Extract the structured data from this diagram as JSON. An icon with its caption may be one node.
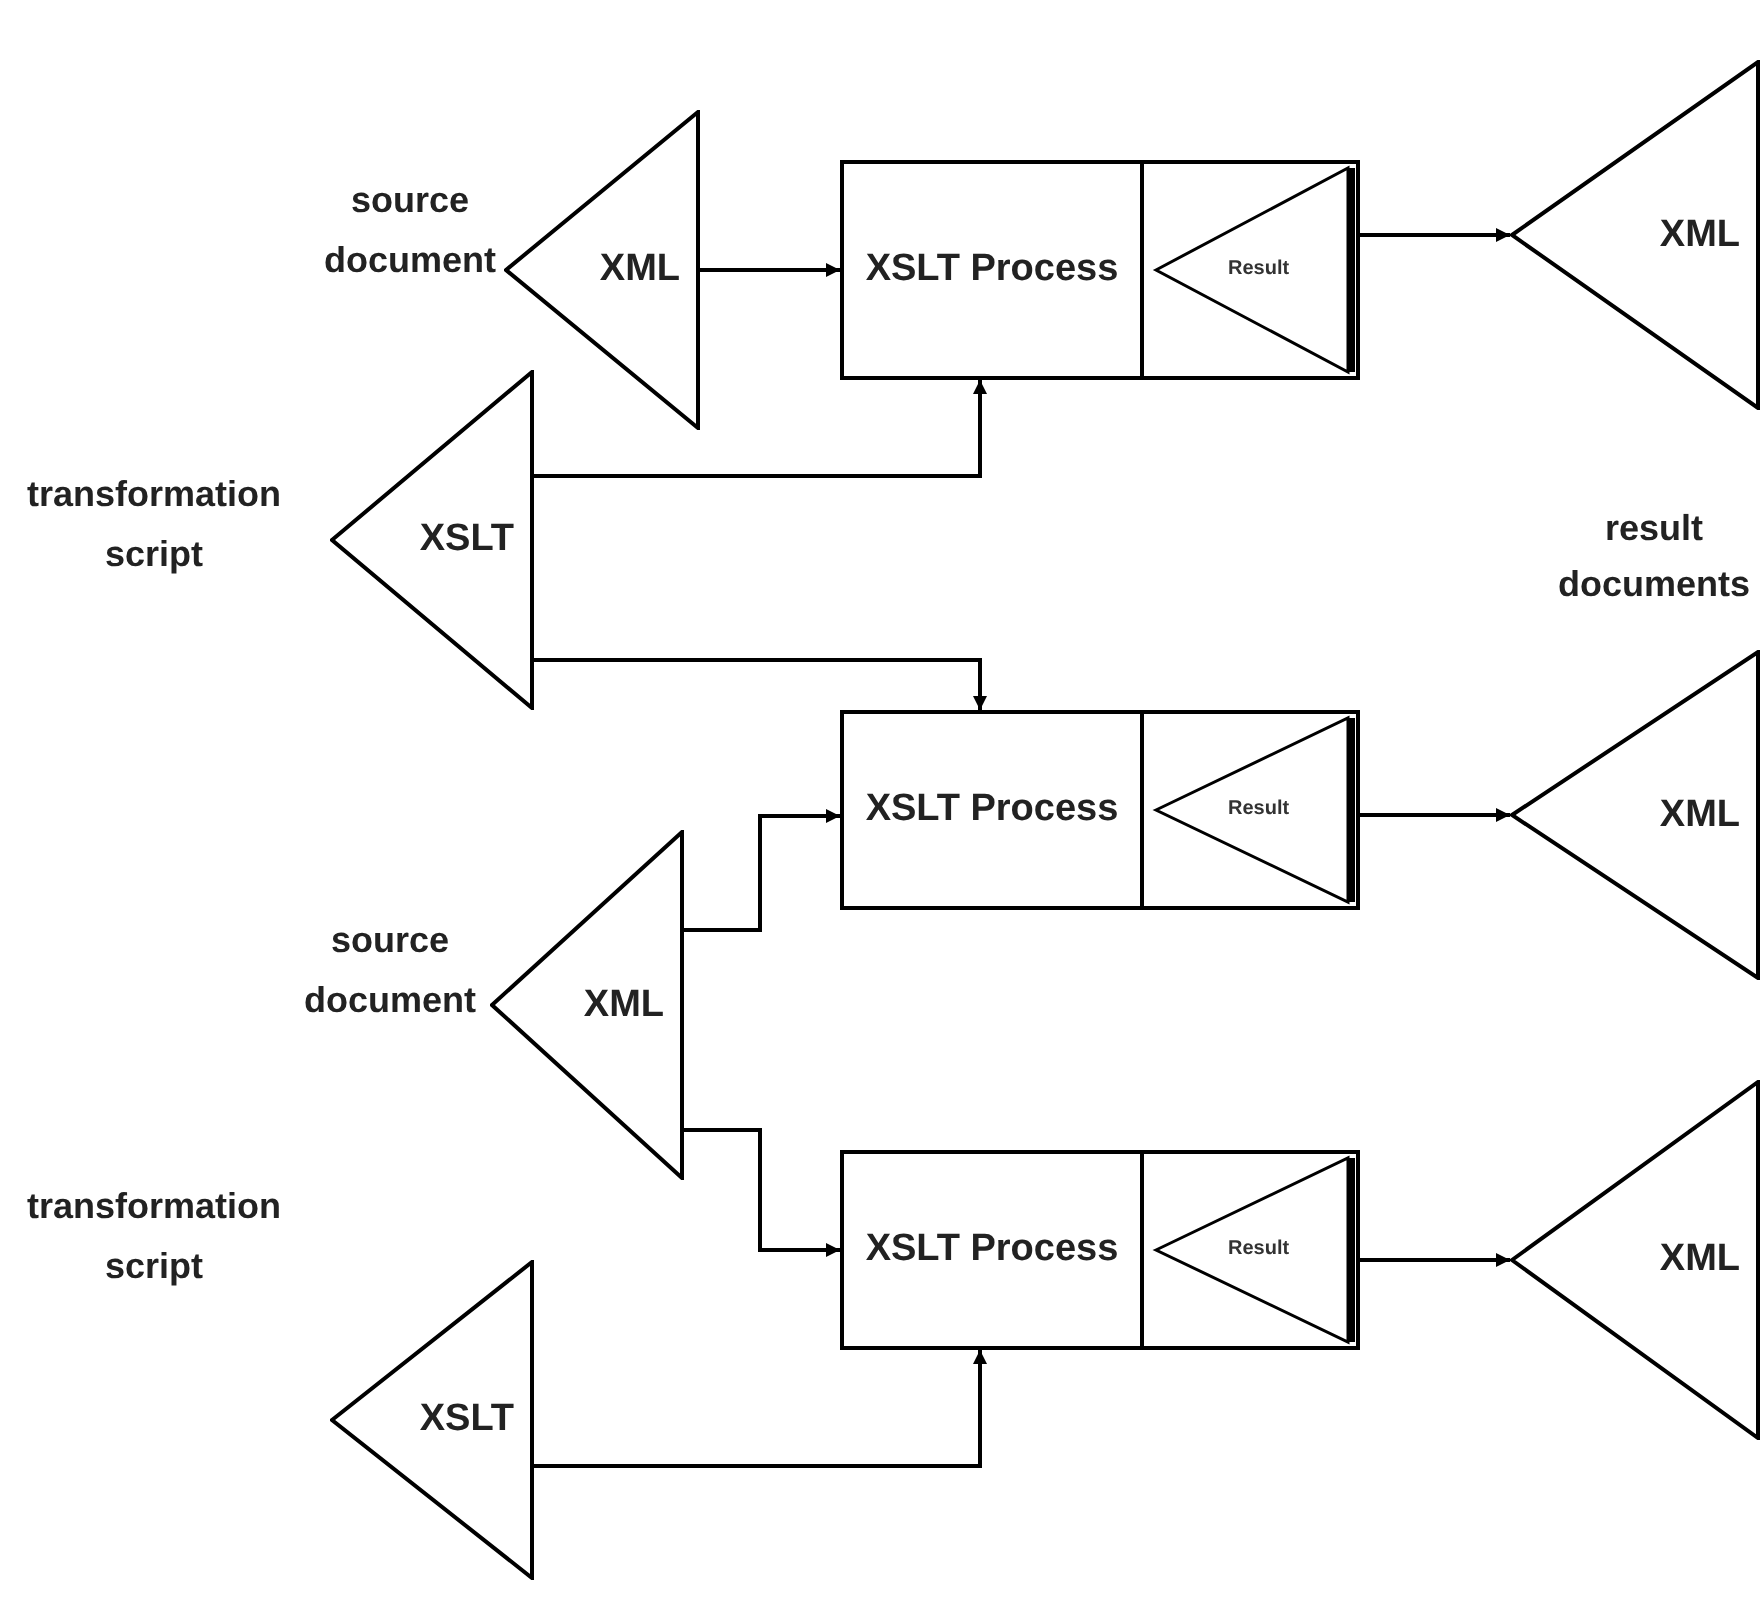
{
  "diagram": {
    "nodes": [
      {
        "text": [
          "XML"
        ],
        "beside": [
          "source document"
        ]
      },
      {
        "text": [
          "XSLT Process"
        ]
      },
      {
        "text": [
          "Result"
        ],
        "in": 1
      },
      {
        "text": [
          "XML"
        ]
      },
      {
        "text": [
          "XSLT"
        ],
        "beside": [
          "transformation script"
        ]
      },
      {
        "text": [
          "XSLT Process"
        ]
      },
      {
        "text": [
          "Result"
        ],
        "in": 5
      },
      {
        "text": [
          "XML"
        ]
      },
      {
        "text": [
          "XML"
        ],
        "beside": [
          "source document"
        ]
      },
      {
        "text": [
          "XSLT Process"
        ]
      },
      {
        "text": [
          "Result"
        ],
        "in": 9
      },
      {
        "text": [
          "XML"
        ]
      },
      {
        "text": [
          "XSLT"
        ],
        "beside": [
          "transformation script"
        ]
      }
    ],
    "edges": [
      {
        "from": 0,
        "to": 1,
        "arrow": "to"
      },
      {
        "from": 2,
        "to": 3,
        "arrow": "to"
      },
      {
        "from": 4,
        "to": 1,
        "arrow": "to"
      },
      {
        "from": 4,
        "to": 5,
        "arrow": "to"
      },
      {
        "from": 6,
        "to": 7,
        "arrow": "to"
      },
      {
        "from": 8,
        "to": 5,
        "arrow": "to"
      },
      {
        "from": 8,
        "to": 9,
        "arrow": "to"
      },
      {
        "from": 10,
        "to": 11,
        "arrow": "to"
      },
      {
        "from": 12,
        "to": 9,
        "arrow": "to"
      }
    ],
    "labels": [
      "result documents"
    ]
  }
}
